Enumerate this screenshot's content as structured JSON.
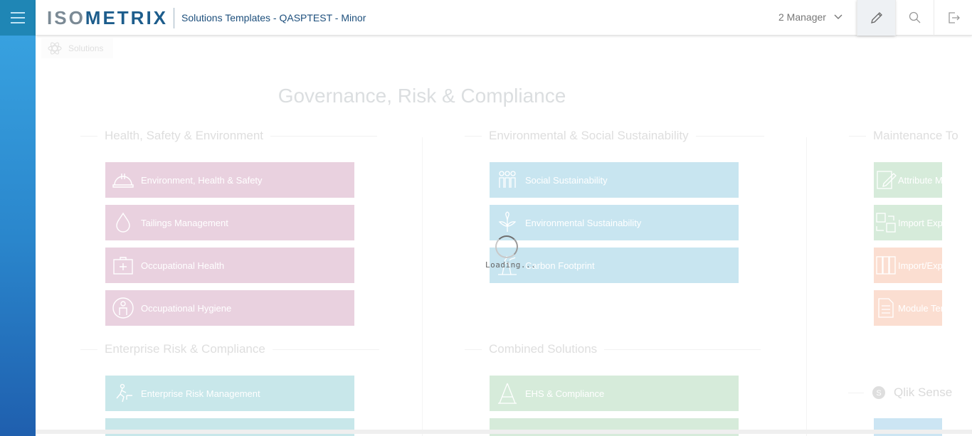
{
  "header": {
    "logo_iso": "ISO",
    "logo_rest": "METRIX",
    "title": "Solutions Templates - QASPTEST - Minor",
    "user": "2 Manager"
  },
  "breadcrumb": {
    "label": "Solutions"
  },
  "main_heading": "Governance, Risk & Compliance",
  "sections": {
    "hse": {
      "title": "Health, Safety & Environment"
    },
    "ess": {
      "title": "Environmental & Social Sustainability"
    },
    "maint": {
      "title": "Maintenance To"
    },
    "erc": {
      "title": "Enterprise Risk & Compliance"
    },
    "combined": {
      "title": "Combined Solutions"
    }
  },
  "tiles": {
    "ehs": "Environment, Health & Safety",
    "tailings": "Tailings Management",
    "occ_health": "Occupational Health",
    "occ_hygiene": "Occupational Hygiene",
    "erm": "Enterprise Risk Management",
    "social": "Social Sustainability",
    "environmental": "Environmental Sustainability",
    "carbon": "Carbon Footprint",
    "ehs_compliance": "EHS & Compliance",
    "attribute_map": "Attribute Map",
    "import_export": "Import Export",
    "import_export2": "Import/Export",
    "module_templ": "Module Templ"
  },
  "qlik": {
    "label": "Qlik Sense"
  },
  "loading": {
    "text": "Loading..."
  },
  "colors": {
    "rail": "#2a86cc",
    "brand": "#1d5d8c",
    "pink": "#b05a8e",
    "teal": "#3ba8b3",
    "blue": "#3ba2c9",
    "green": "#6cb67c",
    "orange": "#ef8a5b"
  },
  "icons": {
    "menu": "hamburger-icon",
    "edit": "pencil-icon",
    "search": "search-icon",
    "logout": "logout-icon",
    "chevron": "chevron-down-icon",
    "solutions": "atom-icon"
  }
}
